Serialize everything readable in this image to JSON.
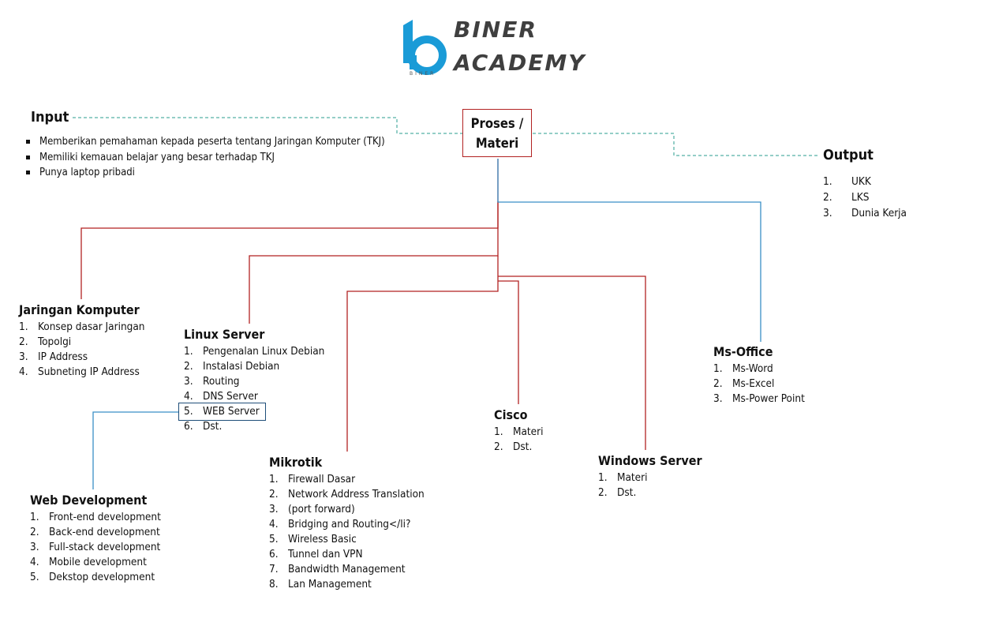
{
  "logo": {
    "line1": "BINER",
    "line2": "ACADEMY",
    "sub": "BINER"
  },
  "colors": {
    "red": "#b22222",
    "blue": "#3a8fc7",
    "teal": "#2a9d8f",
    "text": "#111111"
  },
  "input": {
    "title": "Input",
    "items": [
      "Memberikan pemahaman kepada peserta tentang Jaringan Komputer (TKJ)",
      "Memiliki kemauan belajar yang besar terhadap TKJ",
      "Punya laptop pribadi"
    ]
  },
  "proses": {
    "label": "Proses / Materi"
  },
  "output": {
    "title": "Output",
    "items": [
      {
        "n": "1.",
        "t": "UKK"
      },
      {
        "n": "2.",
        "t": "LKS"
      },
      {
        "n": "3.",
        "t": "Dunia Kerja"
      }
    ]
  },
  "jaringan": {
    "title": "Jaringan Komputer",
    "items": [
      {
        "n": "1.",
        "t": "Konsep dasar Jaringan"
      },
      {
        "n": "2.",
        "t": "Topolgi"
      },
      {
        "n": "3.",
        "t": "IP Address"
      },
      {
        "n": "4.",
        "t": "Subneting IP Address"
      }
    ]
  },
  "linux": {
    "title": "Linux Server",
    "items": [
      {
        "n": "1.",
        "t": "Pengenalan Linux Debian"
      },
      {
        "n": "2.",
        "t": "Instalasi Debian"
      },
      {
        "n": "3.",
        "t": "Routing"
      },
      {
        "n": "4.",
        "t": "DNS Server"
      },
      {
        "n": "5.",
        "t": "WEB Server"
      },
      {
        "n": "6.",
        "t": "Dst."
      }
    ]
  },
  "webdev": {
    "title": "Web Development",
    "items": [
      {
        "n": "1.",
        "t": "Front-end development"
      },
      {
        "n": "2.",
        "t": "Back-end development"
      },
      {
        "n": "3.",
        "t": "Full-stack development"
      },
      {
        "n": "4.",
        "t": "Mobile development"
      },
      {
        "n": "5.",
        "t": "Dekstop development"
      }
    ]
  },
  "mikrotik": {
    "title": "Mikrotik",
    "items": [
      {
        "n": "1.",
        "t": "Firewall Dasar"
      },
      {
        "n": "2.",
        "t": "Network Address Translation"
      },
      {
        "n": "3.",
        "t": "(port forward)"
      },
      {
        "n": "4.",
        "t": "Bridging and Routing</li?"
      },
      {
        "n": "5.",
        "t": "Wireless Basic"
      },
      {
        "n": "6.",
        "t": "Tunnel dan VPN"
      },
      {
        "n": "7.",
        "t": "Bandwidth Management"
      },
      {
        "n": "8.",
        "t": "Lan Management"
      }
    ]
  },
  "cisco": {
    "title": "Cisco",
    "items": [
      {
        "n": "1.",
        "t": "Materi"
      },
      {
        "n": "2.",
        "t": "Dst."
      }
    ]
  },
  "windows": {
    "title": "Windows Server",
    "items": [
      {
        "n": "1.",
        "t": "Materi"
      },
      {
        "n": "2.",
        "t": "Dst."
      }
    ]
  },
  "msoffice": {
    "title": "Ms-Office",
    "items": [
      {
        "n": "1.",
        "t": "Ms-Word"
      },
      {
        "n": "2.",
        "t": "Ms-Excel"
      },
      {
        "n": "3.",
        "t": "Ms-Power Point"
      }
    ]
  }
}
